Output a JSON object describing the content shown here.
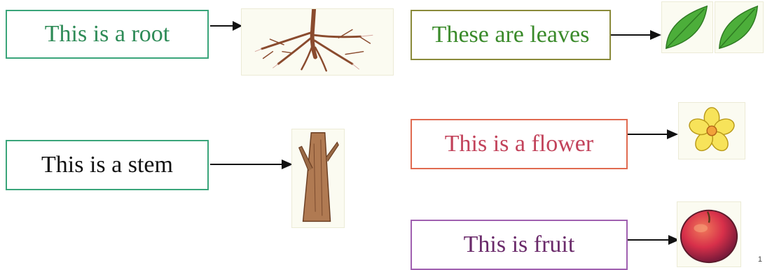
{
  "labels": {
    "root": {
      "text": "This is a root",
      "color": "#2e8b57",
      "border": "#3aa57a"
    },
    "stem": {
      "text": "This is a stem",
      "color": "#111111",
      "border": "#3aa57a"
    },
    "leaves": {
      "text": "These are leaves",
      "color": "#3a8a2a",
      "border": "#8a8a3a"
    },
    "flower": {
      "text": "This is a flower",
      "color": "#c2425a",
      "border": "#e06a50"
    },
    "fruit": {
      "text": "This is fruit",
      "color": "#6a2a6a",
      "border": "#a060b0"
    }
  },
  "icons": [
    "root-illustration",
    "stem-illustration",
    "leaf-illustration",
    "flower-illustration",
    "fruit-illustration",
    "arrow-icon"
  ],
  "page_number": "1"
}
